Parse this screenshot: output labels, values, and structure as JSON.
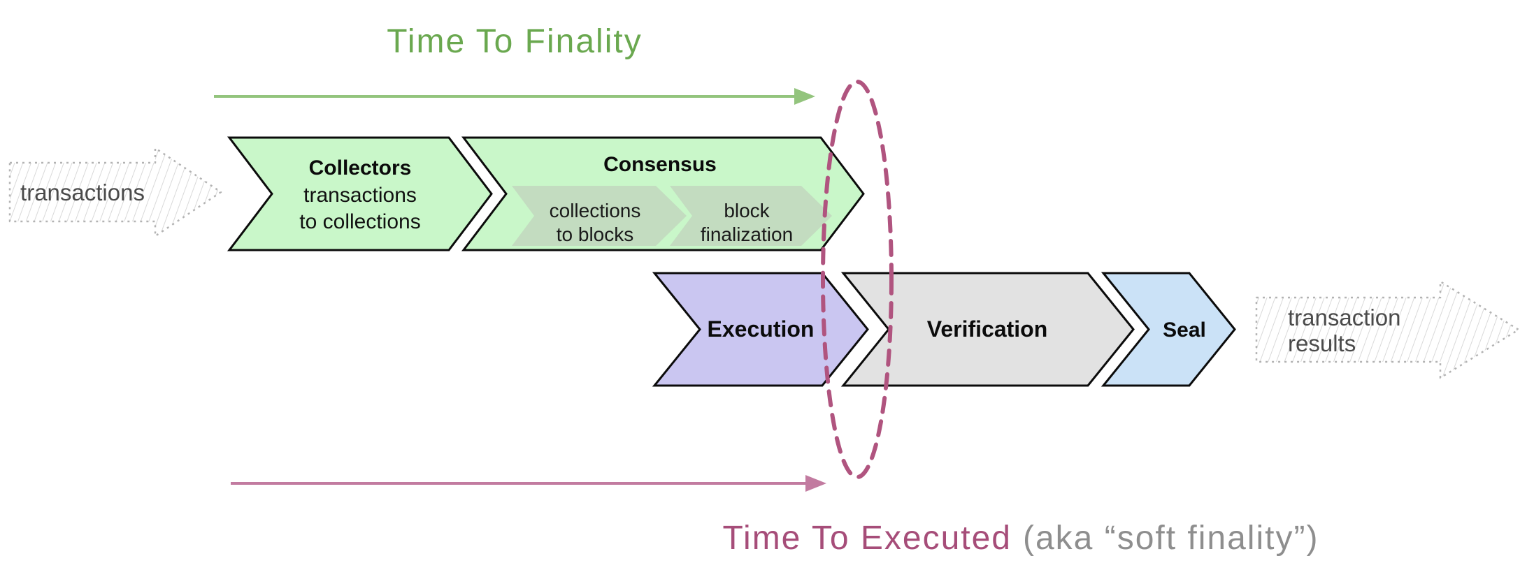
{
  "titles": {
    "finality": "Time To Finality",
    "executed": "Time To Executed",
    "executed_suffix": "(aka “soft finality”)"
  },
  "io": {
    "input_label": "transactions",
    "output_line1": "transaction",
    "output_line2": "results"
  },
  "stages": {
    "collectors": {
      "title": "Collectors",
      "line1": "transactions",
      "line2": "to collections"
    },
    "consensus": {
      "title": "Consensus"
    },
    "consensus_sub1": {
      "line1": "collections",
      "line2": "to blocks"
    },
    "consensus_sub2": {
      "line1": "block",
      "line2": "finalization"
    },
    "execution": {
      "title": "Execution"
    },
    "verification": {
      "title": "Verification"
    },
    "seal": {
      "title": "Seal"
    }
  },
  "colors": {
    "title_green": "#6aa84f",
    "arrow_green": "#93c47d",
    "stage_green_fill": "#c9f7c9",
    "consensus_sub_fill": "#c3dcc0",
    "execution_fill": "#cac6f1",
    "verification_fill": "#e2e2e2",
    "seal_fill": "#cbe2f7",
    "outline_black": "#0b0b0b",
    "ellipse_magenta": "#b0547f",
    "arrow_magenta": "#c27ba0",
    "title_magenta": "#a64d79",
    "suffix_gray": "#8e8e8e",
    "sketch_outline_gray": "#b3b3b3",
    "sketch_hatch_gray": "#d9d9d9",
    "io_text": "#4a4a4a"
  }
}
